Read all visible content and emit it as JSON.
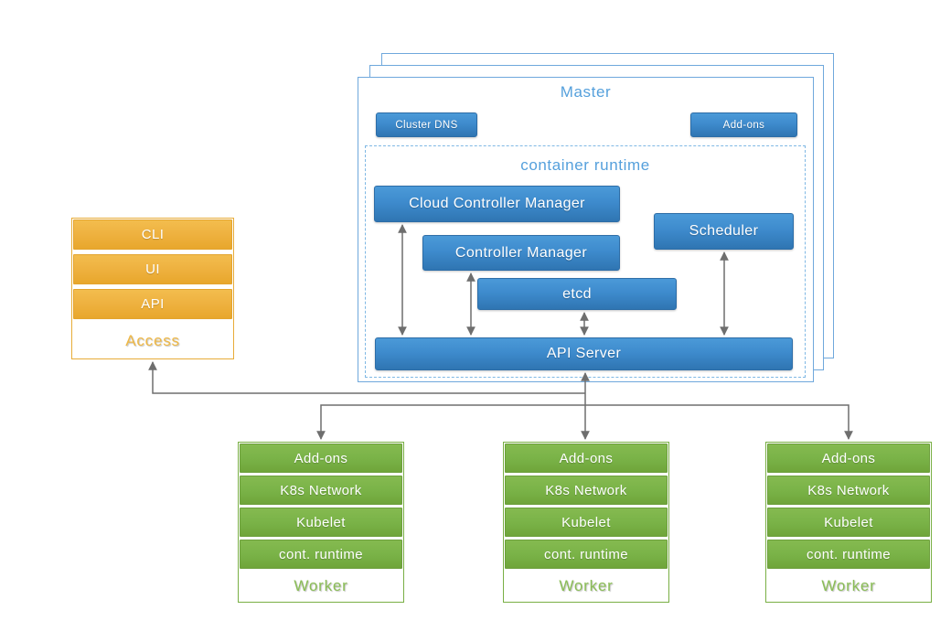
{
  "diagram": {
    "master": {
      "title": "Master",
      "cluster_dns_label": "Cluster DNS",
      "addons_label": "Add-ons",
      "runtime_title": "container runtime",
      "components": {
        "cloud_controller_manager": "Cloud Controller Manager",
        "controller_manager": "Controller Manager",
        "scheduler": "Scheduler",
        "etcd": "etcd",
        "api_server": "API Server"
      }
    },
    "access": {
      "label": "Access",
      "rows": [
        "CLI",
        "UI",
        "API"
      ]
    },
    "workers": [
      {
        "label": "Worker",
        "rows": [
          "Add-ons",
          "K8s Network",
          "Kubelet",
          "cont. runtime"
        ]
      },
      {
        "label": "Worker",
        "rows": [
          "Add-ons",
          "K8s Network",
          "Kubelet",
          "cont. runtime"
        ]
      },
      {
        "label": "Worker",
        "rows": [
          "Add-ons",
          "K8s Network",
          "Kubelet",
          "cont. runtime"
        ]
      }
    ],
    "colors": {
      "blue_fill": "#3e8bcd",
      "blue_border": "#6fa8dc",
      "blue_text": "#55a0dc",
      "orange": "#eeb13f",
      "green": "#7ab348",
      "connector_gray": "#6e6e6e"
    }
  }
}
